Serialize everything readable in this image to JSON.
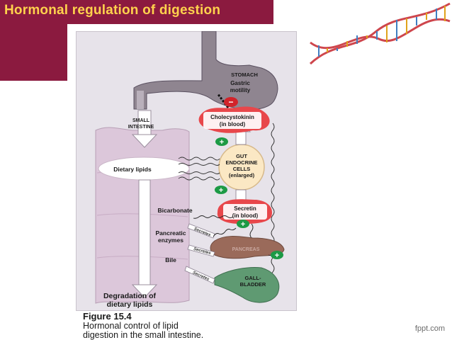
{
  "slide": {
    "title": "Hormonal regulation of digestion",
    "brand": "fppt.com"
  },
  "figure": {
    "stomach": "STOMACH",
    "gastric_motility": [
      "Gastric",
      "motility"
    ],
    "small_intestine": [
      "SMALL",
      "INTESTINE"
    ],
    "cholecystokinin": [
      "Cholecystokinin",
      "(in blood)"
    ],
    "gut_cells": [
      "GUT",
      "ENDOCRINE",
      "CELLS",
      "(enlarged)"
    ],
    "dietary_lipids": "Dietary lipids",
    "secretin": [
      "Secretin",
      "(in blood)"
    ],
    "bicarbonate": "Bicarbonate",
    "pancreatic_enzymes": [
      "Pancreatic",
      "enzymes"
    ],
    "bile": "Bile",
    "pancreas": "PANCREAS",
    "gallbladder": [
      "GALL-",
      "BLADDER"
    ],
    "secrete": "Secretes",
    "degradation": [
      "Degradation of",
      "dietary lipids"
    ],
    "minus": "−",
    "plus": "+"
  },
  "caption": {
    "title": "Figure 15.4",
    "lines": [
      "Hormonal control of lipid",
      "digestion in the small intestine."
    ]
  },
  "colors": {
    "title_bar": "#8b1a3f",
    "title_text": "#ffd24d",
    "stomach": "#8f8590",
    "intestine": "#dcc7da",
    "hormone_blob": "#e8474b",
    "gut_cells": "#fbe8c4",
    "plus_badge": "#1c9a45",
    "minus_badge": "#d2232a",
    "pancreas": "#9a6a5a",
    "gallbladder": "#5f9a72"
  }
}
